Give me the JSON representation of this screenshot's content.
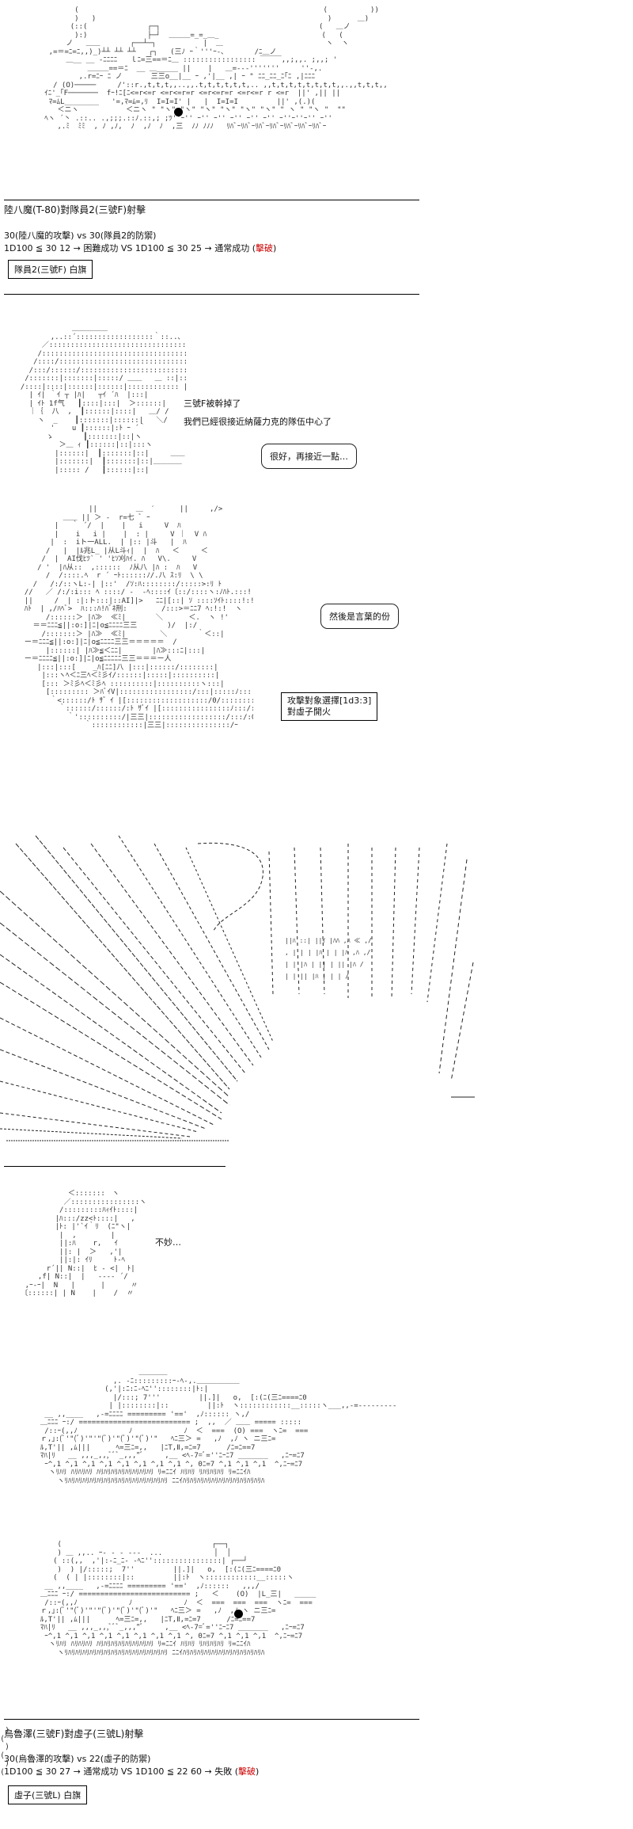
{
  "panel1": {
    "title": "陸八魔(T-80)對隊員2(三號F)射擊",
    "line1": "30(陸八魔的攻擊) vs 30(隊員2的防禦)",
    "line2_pre": "1D100 ≦ 30  12 → 困難成功 VS 1D100 ≦ 30  25 → 通常成功 (",
    "line2_red": "擊破",
    "line2_post": ")",
    "white_flag": "隊員2(三號F) 白旗"
  },
  "panel2": {
    "speech1": "三號F被幹掉了",
    "speech2": "我們已經很接近納薩力克的隊伍中心了",
    "bubble": "很好，再接近一點…"
  },
  "panel3": {
    "bubble": "然後是言葉的份",
    "target_line1": "攻擊對象選擇[1d3:3]",
    "target_line2": "對虛子開火"
  },
  "panel4": {
    "reaction": "不妙…"
  },
  "panel5": {
    "title": "烏魯澤(三號F)對虛子(三號L)射擊",
    "line1": "30(烏魯澤的攻擊) vs 22(虛子的防禦)",
    "line2_pre": "1D100 ≦ 30  27 → 通常成功 VS 1D100 ≦ 22  60 → 失敗 (",
    "line2_red": "擊破",
    "line2_post": ")",
    "white_flag": "虛子(三號L) 白旗"
  }
}
